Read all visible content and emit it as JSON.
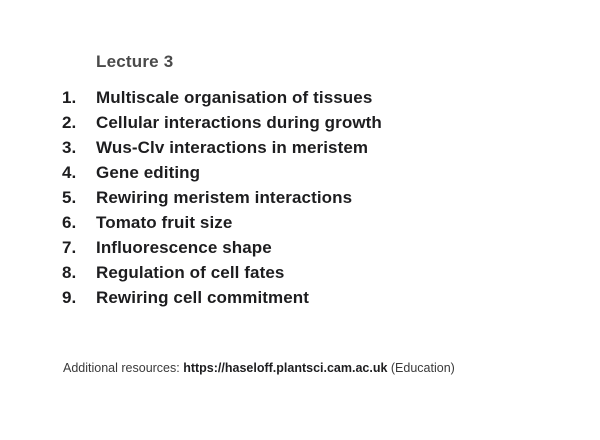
{
  "slide": {
    "title": "Lecture 3",
    "list": {
      "items": [
        {
          "number": "1.",
          "label": "Multiscale organisation of tissues"
        },
        {
          "number": "2.",
          "label": "Cellular interactions during growth"
        },
        {
          "number": "3.",
          "label": "Wus-Clv interactions in meristem"
        },
        {
          "number": "4.",
          "label": "Gene editing"
        },
        {
          "number": "5.",
          "label": "Rewiring meristem interactions"
        },
        {
          "number": "6.",
          "label": "Tomato fruit size"
        },
        {
          "number": "7.",
          "label": "Influorescence shape"
        },
        {
          "number": "8.",
          "label": "Regulation of cell fates"
        },
        {
          "number": "9.",
          "label": "Rewiring cell commitment"
        }
      ]
    },
    "footer": {
      "prefix": "Additional resources: ",
      "url": "https://haseloff.plantsci.cam.ac.uk",
      "suffix": " (Education)"
    }
  },
  "colors": {
    "background": "#ffffff",
    "title_text": "#4a4a4a",
    "body_text": "#1d1d1f",
    "footer_text": "#3a3a3a"
  }
}
